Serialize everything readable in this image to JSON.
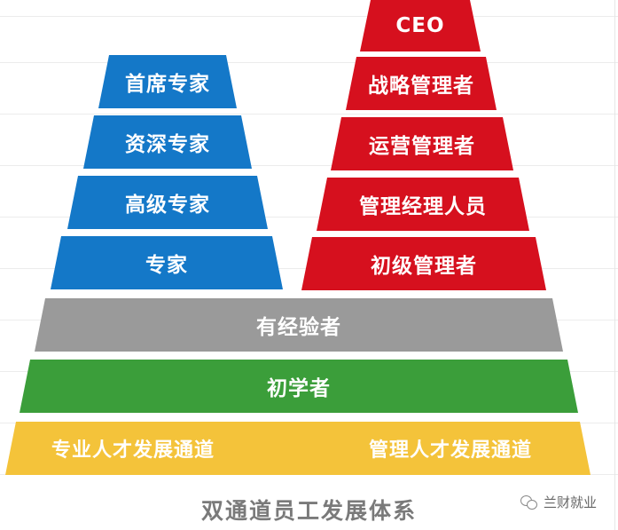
{
  "expert_track": {
    "levels": [
      "首席专家",
      "资深专家",
      "高级专家",
      "专家"
    ]
  },
  "management_track": {
    "levels": [
      "CEO",
      "战略管理者",
      "运营管理者",
      "管理经理人员",
      "初级管理者"
    ]
  },
  "shared": {
    "experienced": "有经验者",
    "beginner": "初学者"
  },
  "base": {
    "left_label": "专业人才发展通道",
    "right_label": "管理人才发展通道"
  },
  "caption": "双通道员工发展体系",
  "watermark": "兰财就业",
  "colors": {
    "expert": "#1478c8",
    "management": "#d6101e",
    "experienced": "#9a9a9a",
    "beginner": "#3b9e3a",
    "base": "#f4c33a"
  }
}
